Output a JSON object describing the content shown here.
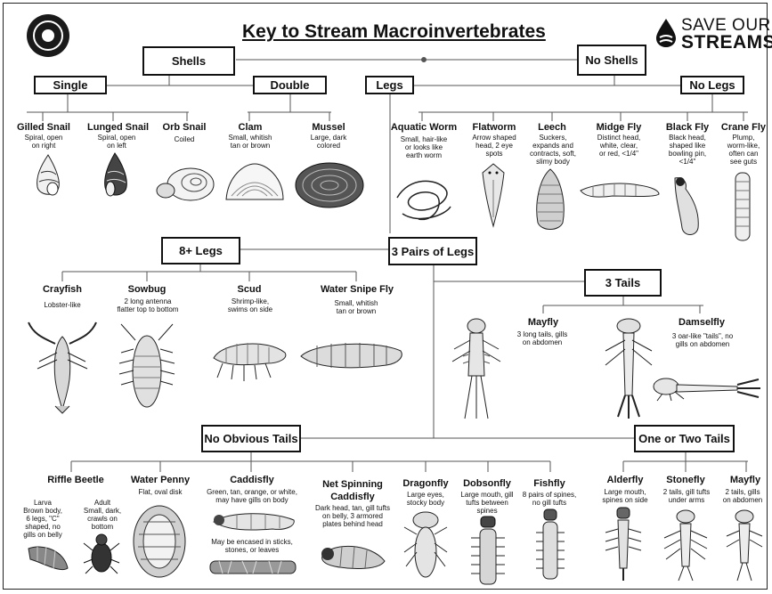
{
  "title": "Key to Stream Macroinvertebrates",
  "brand": {
    "line1": "SAVE OUR",
    "line2": "STREAMS"
  },
  "boxes": {
    "shells": "Shells",
    "no_shells": "No Shells",
    "single": "Single",
    "double": "Double",
    "legs": "Legs",
    "no_legs": "No Legs",
    "eight_legs": "8+ Legs",
    "three_pairs": "3 Pairs of Legs",
    "three_tails": "3 Tails",
    "no_obvious_tails": "No Obvious Tails",
    "one_or_two_tails": "One or Two Tails"
  },
  "organisms": {
    "gilled_snail": {
      "name": "Gilled Snail",
      "desc": "Spiral, open\non right"
    },
    "lunged_snail": {
      "name": "Lunged Snail",
      "desc": "Spiral, open\non left"
    },
    "orb_snail": {
      "name": "Orb Snail",
      "desc": "Coiled"
    },
    "clam": {
      "name": "Clam",
      "desc": "Small, whitish\ntan or brown"
    },
    "mussel": {
      "name": "Mussel",
      "desc": "Large, dark\ncolored"
    },
    "aquatic_worm": {
      "name": "Aquatic Worm",
      "desc": "Small, hair-like\nor looks like\nearth worm"
    },
    "flatworm": {
      "name": "Flatworm",
      "desc": "Arrow shaped\nhead, 2 eye\nspots"
    },
    "leech": {
      "name": "Leech",
      "desc": "Suckers,\nexpands and\ncontracts, soft,\nslimy body"
    },
    "midge_fly": {
      "name": "Midge Fly",
      "desc": "Distinct head,\nwhite, clear,\nor red, <1/4\""
    },
    "black_fly": {
      "name": "Black Fly",
      "desc": "Black head,\nshaped like\nbowling pin,\n<1/4\""
    },
    "crane_fly": {
      "name": "Crane Fly",
      "desc": "Plump,\nworm-like,\noften can\nsee guts"
    },
    "crayfish": {
      "name": "Crayfish",
      "desc": "Lobster-like"
    },
    "sowbug": {
      "name": "Sowbug",
      "desc": "2 long antenna\nflatter top to bottom"
    },
    "scud": {
      "name": "Scud",
      "desc": "Shrimp-like,\nswims on side"
    },
    "water_snipe_fly": {
      "name": "Water Snipe Fly",
      "desc": "Small, whitish\ntan or brown"
    },
    "mayfly_3": {
      "name": "Mayfly",
      "desc": "3 long tails, gills\non abdomen"
    },
    "damselfly": {
      "name": "Damselfly",
      "desc": "3 oar-like \"tails\", no\ngills on abdomen"
    },
    "riffle_beetle": {
      "name": "Riffle Beetle",
      "larva": "Larva\nBrown body,\n6 legs, \"C\"\nshaped, no\ngills on belly",
      "adult": "Adult\nSmall, dark,\ncrawls on\nbottom"
    },
    "water_penny": {
      "name": "Water Penny",
      "desc": "Flat, oval disk"
    },
    "caddisfly": {
      "name": "Caddisfly",
      "desc": "Green, tan, orange, or white,\nmay have gills on body",
      "desc2": "May be encased in sticks,\nstones, or leaves"
    },
    "net_spinning_caddisfly": {
      "name": "Net Spinning\nCaddisfly",
      "desc": "Dark head, tan, gill tufts\non belly, 3 armored\nplates behind head"
    },
    "dragonfly": {
      "name": "Dragonfly",
      "desc": "Large eyes,\nstocky body"
    },
    "dobsonfly": {
      "name": "Dobsonfly",
      "desc": "Large mouth, gill\ntufts between\nspines"
    },
    "fishfly": {
      "name": "Fishfly",
      "desc": "8 pairs of spines,\nno gill tufts"
    },
    "alderfly": {
      "name": "Alderfly",
      "desc": "Large mouth,\nspines on side"
    },
    "stonefly": {
      "name": "Stonefly",
      "desc": "2 tails, gill tufts\nunder arms"
    },
    "mayfly_2": {
      "name": "Mayfly",
      "desc": "2 tails, gills\non abdomen"
    }
  }
}
